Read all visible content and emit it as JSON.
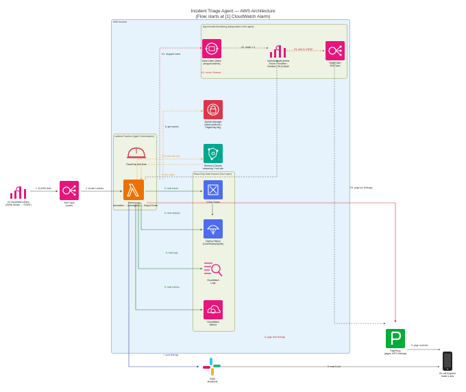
{
  "title": {
    "line1": "Incident Triage Agent — AWS Architecture",
    "line2": "(Flow starts at [1] CloudWatch Alarm)"
  },
  "clusters": {
    "aws_account": "AWS Account",
    "agent_health": "Agent health Monitoring (independent of the agent)",
    "lambda_fn": "Lambda Function (Agent Orchestration)",
    "readonly": "Read-Only Data Sources (Tool Layer)"
  },
  "nodes": {
    "alarm": {
      "line1": "[1] CloudWatch Alarm",
      "line2": "(metric breach → START)",
      "icon": "cloudwatch-alarm-icon",
      "color": "#e7157b"
    },
    "sns": {
      "line1": "SNS Topic",
      "line2": "(router)",
      "icon": "sns-icon",
      "color": "#e7157b"
    },
    "lambda": {
      "line1": "Parent Loop",
      "line2": "Normalizer → Investigation → Output Router",
      "icon": "lambda-icon",
      "color": "#ed7100"
    },
    "iam": {
      "line1": "ReadOnly IAM Role",
      "icon": "iam-hardhat-icon",
      "color": "#dd344c"
    },
    "dlq": {
      "line1": "Dead Letter Queue",
      "line2": "(dropped alarms)",
      "icon": "sqs-icon",
      "color": "#e7157b"
    },
    "health": {
      "line1": "Lambda health alarms",
      "line2": "Errors • Throttles •",
      "line3": "Duration • DLQ depth",
      "icon": "cloudwatch-alarm-icon",
      "color": "#e7157b"
    },
    "health_sns": {
      "line1": "Health Alert",
      "line2": "SNS Topic",
      "icon": "sns-icon",
      "color": "#e7157b"
    },
    "secrets": {
      "line1": "Secrets Manager",
      "line2": "(Slack webhook •",
      "line3": "PagerDuty key)",
      "icon": "secrets-manager-icon",
      "color": "#dd344c"
    },
    "bedrock": {
      "line1": "Bedrock (Claude)",
      "line2": "reasoning + tool use",
      "icon": "bedrock-icon",
      "color": "#01a88d"
    },
    "xray": {
      "line1": "X-Ray Traces",
      "icon": "xray-icon",
      "color": "#4d6cf0"
    },
    "deploy": {
      "line1": "Deploy History",
      "line2": "(CodeDeploy/Apollo)",
      "icon": "codedeploy-icon",
      "color": "#4d6cf0"
    },
    "logs": {
      "line1": "CloudWatch",
      "line2": "Logs",
      "icon": "cloudwatch-logs-icon",
      "color": "#e7157b"
    },
    "metrics": {
      "line1": "CloudWatch",
      "line2": "Metrics",
      "icon": "cloudwatch-metrics-icon",
      "color": "#e7157b"
    },
    "pagerduty": {
      "line1": "PagerDuty",
      "line2": "(pages WITH findings)",
      "icon": "pagerduty-icon",
      "color": "#06ac38"
    },
    "slack": {
      "line1": "Slack",
      "line2": "#incidents",
      "icon": "slack-icon"
    },
    "oncall": {
      "line1": "On-call Engineer",
      "line2": "reads & acts",
      "icon": "phone-icon"
    }
  },
  "edges": {
    "e1": "1. ALARM state",
    "e2": "2. invoke Lambda",
    "e3": "3. invoke with tool",
    "e4": "4. tool output",
    "e5": "5. read traces",
    "e6": "6. read deploys",
    "e7": "6. read logs",
    "e8": "5. read metrics",
    "e9": "7. post findings",
    "e10": "8. page with findings",
    "e11": "9. page received",
    "e12": "9. read & act",
    "e13": "H1. dropped event",
    "e14": "H2. depth > 0",
    "e15": "H3. alert to OWNS",
    "e16": "H1. errors / timeout",
    "e17": "H4. page (no findings)",
    "e18": "8. get secrets"
  },
  "colors": {
    "aws_fill": "#e6f2fc",
    "aws_border": "#9fc3e6",
    "cluster_fill": "#eef3e4",
    "cluster_border": "#b8c79c",
    "gray_edge": "#555555",
    "green_edge": "#2e7d32",
    "orange_edge": "#e8a33c",
    "red_edge": "#d32f2f",
    "blue_edge": "#3949ab"
  }
}
